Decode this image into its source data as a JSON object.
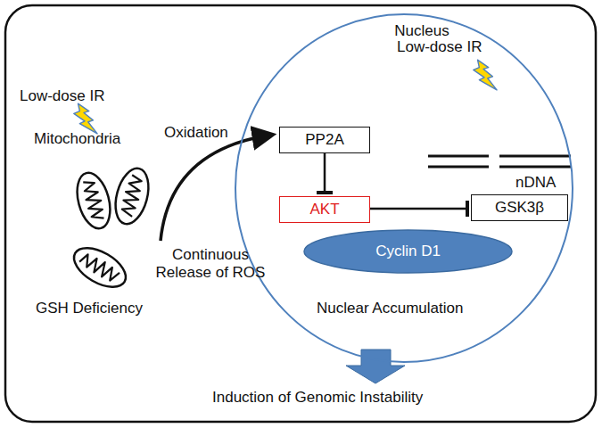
{
  "diagram": {
    "nodes": [
      {
        "text": [
          "Nucleus"
        ]
      },
      {
        "text": [
          "PP2A"
        ],
        "in": 0
      },
      {
        "text": [
          "AKT"
        ],
        "in": 0
      },
      {
        "text": [
          "GSK3β"
        ],
        "in": 0
      },
      {
        "text": [
          "Cyclin D1"
        ],
        "in": 0
      }
    ],
    "edges": [
      {
        "from": 1,
        "to": 2,
        "arrow": "to"
      },
      {
        "from": 2,
        "to": 3,
        "arrow": "to"
      }
    ],
    "labels": [
      "Low-dose IR",
      "Mitochondria",
      "GSH Deficiency",
      "Oxidation",
      "Continuous Release of ROS",
      "Low-dose IR",
      "nDNA",
      "Nuclear Accumulation",
      "Induction of Genomic Instability"
    ]
  }
}
